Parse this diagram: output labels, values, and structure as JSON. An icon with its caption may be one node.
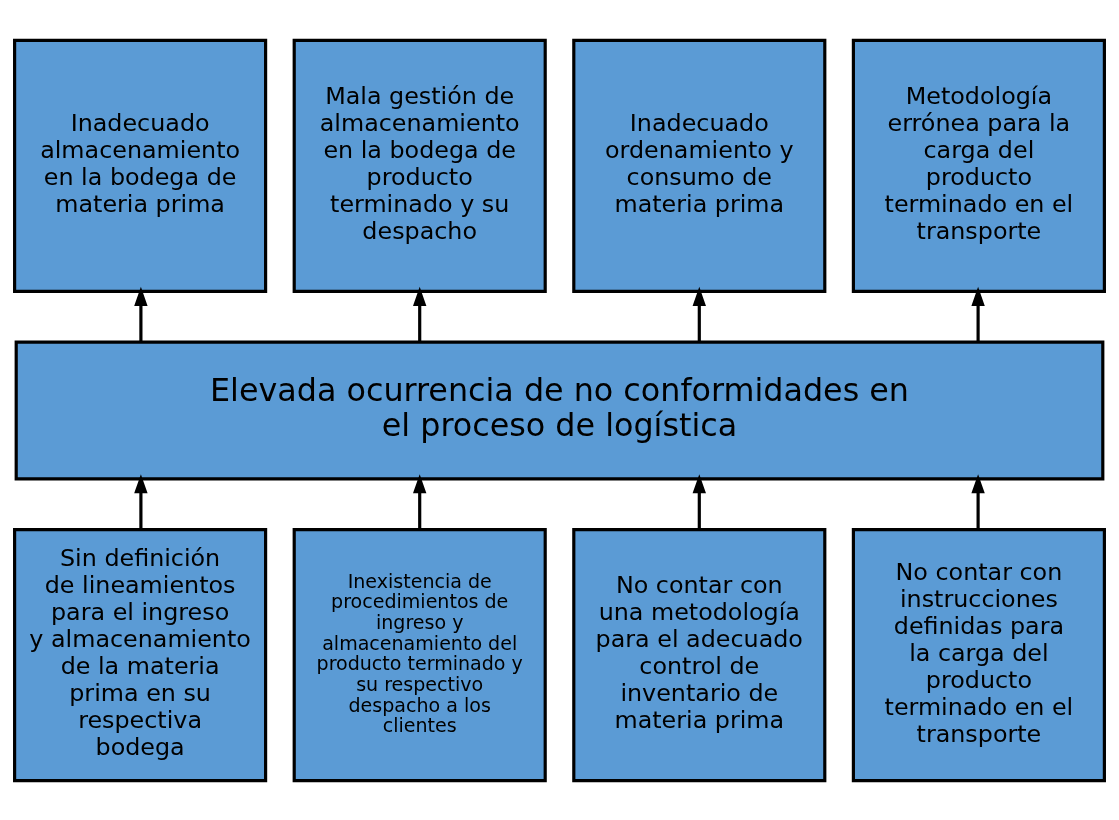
{
  "diagram": {
    "nodes": [
      {
        "text": [
          "Inadecuado almacenamiento en la bodega de materia prima"
        ]
      },
      {
        "text": [
          "Mala gestión de almacenamiento en la bodega de producto terminado y su despacho"
        ]
      },
      {
        "text": [
          "Inadecuado ordenamiento y consumo de materia prima"
        ]
      },
      {
        "text": [
          "Metodología errónea para la carga del producto terminado en el transporte"
        ]
      },
      {
        "text": [
          "Elevada ocurrencia de no conformidades en el proceso de logística"
        ]
      },
      {
        "text": [
          "Sin definición de lineamientos para el ingreso y almacenamiento de la materia prima en su respectiva bodega"
        ]
      },
      {
        "text": [
          "Inexistencia de procedimientos de ingreso y almacenamiento del producto terminado y su respectivo despacho a los clientes"
        ]
      },
      {
        "text": [
          "No contar con una metodología para el adecuado control de inventario de materia prima"
        ]
      },
      {
        "text": [
          "No contar con instrucciones definidas para la carga del producto terminado en el transporte"
        ]
      }
    ],
    "edges": [
      {
        "from": 4,
        "to": 0,
        "arrow": "to"
      },
      {
        "from": 4,
        "to": 1,
        "arrow": "to"
      },
      {
        "from": 4,
        "to": 2,
        "arrow": "to"
      },
      {
        "from": 4,
        "to": 3,
        "arrow": "to"
      },
      {
        "from": 5,
        "to": 4,
        "arrow": "to"
      },
      {
        "from": 6,
        "to": 4,
        "arrow": "to"
      },
      {
        "from": 7,
        "to": 4,
        "arrow": "to"
      },
      {
        "from": 8,
        "to": 4,
        "arrow": "to"
      }
    ]
  }
}
